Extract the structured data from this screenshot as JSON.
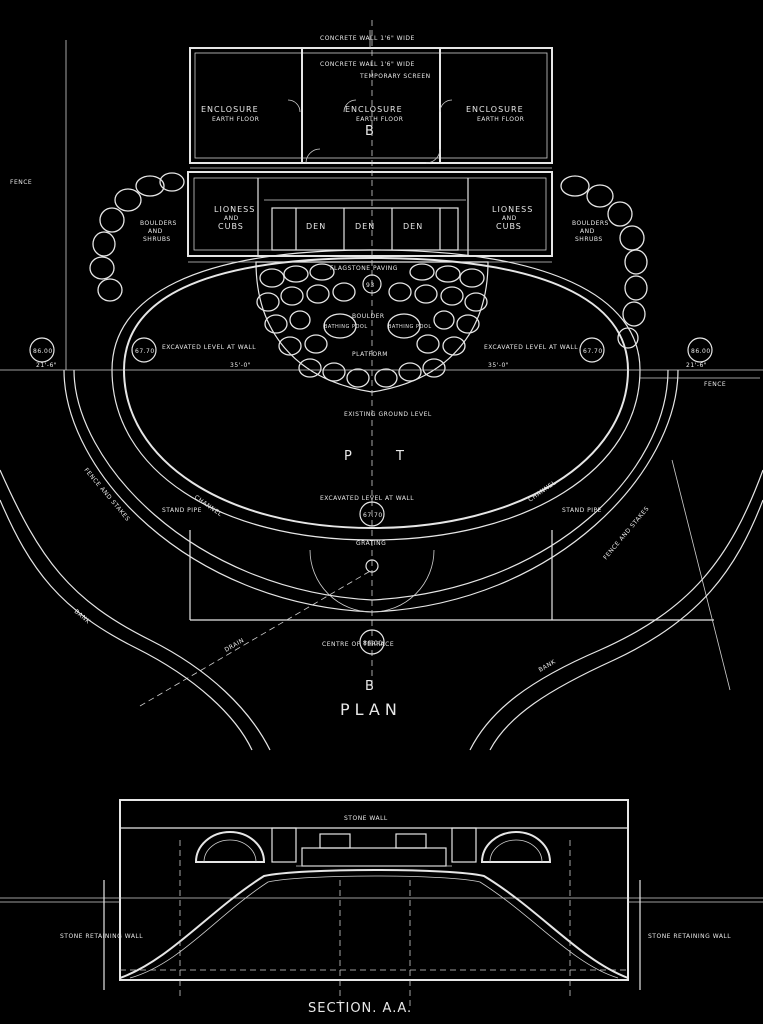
{
  "enclosures": [
    "ENCLOSURE",
    "ENCLOSURE",
    "ENCLOSURE"
  ],
  "enclosure_sub": "EARTH FLOOR",
  "lioness_left": [
    "LIONESS",
    "AND",
    "CUBS"
  ],
  "lioness_right": [
    "LIONESS",
    "AND",
    "CUBS"
  ],
  "dens": [
    "DEN",
    "DEN",
    "DEN"
  ],
  "boulders_left": [
    "BOULDERS",
    "AND",
    "SHRUBS"
  ],
  "boulders_right": [
    "BOULDERS",
    "AND",
    "SHRUBS"
  ],
  "labels": {
    "flagstone": "FLAGSTONE PAVING",
    "boulder": "BOULDER",
    "platform": "PLATFORM",
    "pit": "PIT",
    "plan": "PLAN",
    "section": "SECTION. A.A.",
    "fence_left": "FENCE",
    "fence_right": "FENCE",
    "excavated_left": "EXCAVATED LEVEL AT WALL",
    "excavated_right": "EXCAVATED LEVEL AT WALL",
    "excavated_center": "EXCAVATED LEVEL AT WALL",
    "existing": "EXISTING GROUND LEVEL",
    "centre": "CENTRE OF TERRACE",
    "stand_pipe_left": "STAND PIPE",
    "stand_pipe_right": "STAND PIPE",
    "channel_left": "CHANNEL",
    "channel_right": "CHANNEL",
    "grating": "GRATING",
    "drain": "DRAIN",
    "bank_left": "BANK",
    "bank_right": "BANK",
    "fence_and_stakes_left": "FENCE AND STAKES",
    "fence_and_stakes_right": "FENCE AND STAKES",
    "stone_wall": "STONE WALL",
    "stone_retaining_left": "STONE RETAINING WALL",
    "stone_retaining_right": "STONE RETAINING WALL",
    "bathing_pool_left": "BATHING POOL",
    "bathing_pool_right": "BATHING POOL",
    "concrete_top": "CONCRETE WALL 1'6\" WIDE",
    "concrete_mid": "CONCRETE WALL 1'6\" WIDE",
    "temporary": "TEMPORARY SCREEN",
    "b_marker": "B"
  },
  "dimensions": {
    "left_span": "35'-0\"",
    "right_span": "35'-0\"",
    "left_end": "21'-6\"",
    "right_end": "21'-6\""
  },
  "levels": {
    "left_outer": "86.00",
    "left_inner": "67.70",
    "center_top": "93",
    "center_pit": "67.70",
    "center_terrace": "86.00",
    "right_inner": "67.70",
    "right_outer": "86.00"
  }
}
